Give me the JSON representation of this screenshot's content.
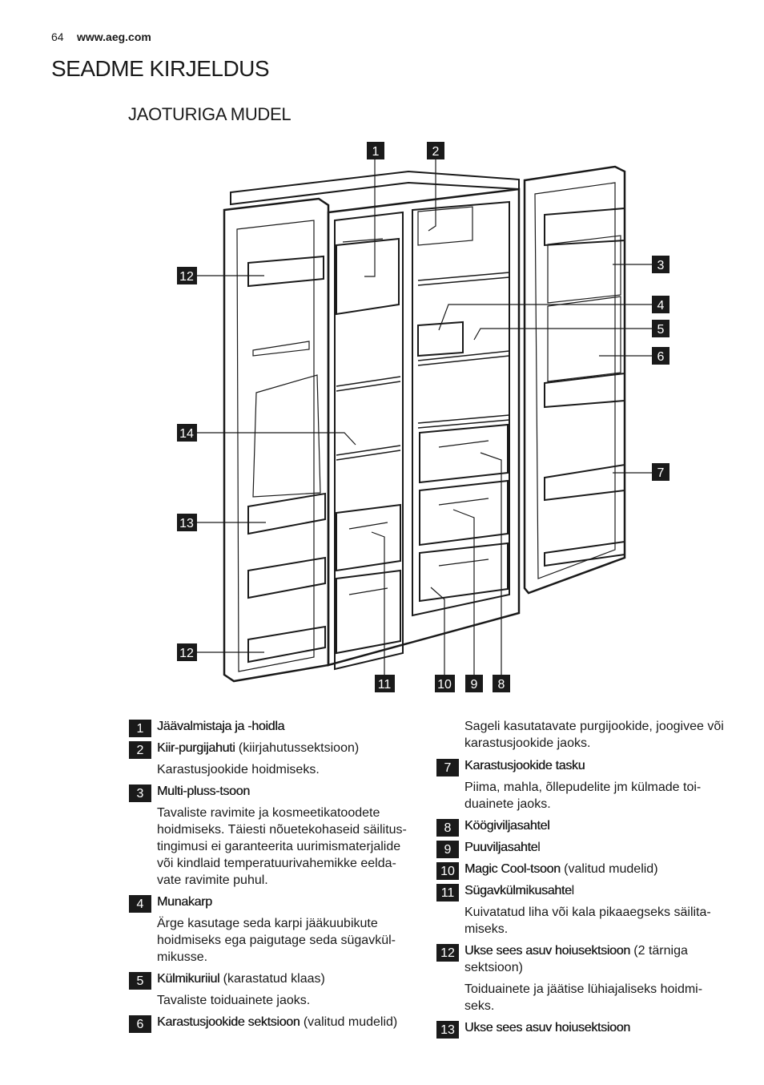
{
  "header": {
    "page_number": "64",
    "site": "www.aeg.com"
  },
  "title": "SEADME KIRJELDUS",
  "subtitle": "JAOTURIGA MUDEL",
  "callouts": {
    "c1": "1",
    "c2": "2",
    "c3": "3",
    "c4": "4",
    "c5": "5",
    "c6": "6",
    "c7": "7",
    "c8": "8",
    "c9": "9",
    "c10": "10",
    "c11": "11",
    "c12a": "12",
    "c12b": "12",
    "c13": "13",
    "c14": "14"
  },
  "entries": [
    {
      "num": "1",
      "name": "Jäävalmistaja ja -hoidla",
      "extra": "",
      "desc": ""
    },
    {
      "num": "2",
      "name": "Kiir-purgijahuti",
      "extra": " (kiirjahutussektsioon)",
      "desc": "Karastusjookide hoidmiseks."
    },
    {
      "num": "3",
      "name": "Multi-pluss-tsoon",
      "extra": "",
      "desc": "Tavaliste ravimite ja kosmeetikatoodete hoidmiseks. Täiesti nõuetekohaseid säilitus-tingimusi ei garanteerita uurimismaterjalide või kindlaid temperatuurivahemikke eelda-vate ravimite puhul."
    },
    {
      "num": "4",
      "name": "Munakarp",
      "extra": "",
      "desc": "Ärge kasutage seda karpi jääkuubikute hoidmiseks ega paigutage seda sügavkül-mikusse."
    },
    {
      "num": "5",
      "name": "Külmikuriiul",
      "extra": " (karastatud klaas)",
      "desc": "Tavaliste toiduainete jaoks."
    },
    {
      "num": "6",
      "name": "Karastusjookide sektsioon",
      "extra": " (valitud mudelid)",
      "desc": "Sageli kasutatavate purgijookide, joogivee või karastusjookide jaoks."
    },
    {
      "num": "7",
      "name": "Karastusjookide tasku",
      "extra": "",
      "desc": "Piima, mahla, õllepudelite jm külmade toi-duainete jaoks."
    },
    {
      "num": "8",
      "name": "Köögiviljasahtel",
      "extra": "",
      "desc": ""
    },
    {
      "num": "9",
      "name": "Puuviljasahte",
      "extra": "l",
      "desc": ""
    },
    {
      "num": "10",
      "name": "Magic Cool-tsoon",
      "extra": " (valitud mudelid)",
      "desc": ""
    },
    {
      "num": "11",
      "name": "Sügavkülmikusahte",
      "extra": "l",
      "desc": "Kuivatatud liha või kala pikaaegseks säilita-miseks."
    },
    {
      "num": "12",
      "name": "Ukse sees asuv hoiusektsioon",
      "extra": " (2 tärniga sektsioon)",
      "desc": "Toiduainete ja jäätise lühiajaliseks hoidmi-seks."
    },
    {
      "num": "13",
      "name": "Ukse sees asuv hoiusektsioon",
      "extra": "",
      "desc": ""
    }
  ]
}
